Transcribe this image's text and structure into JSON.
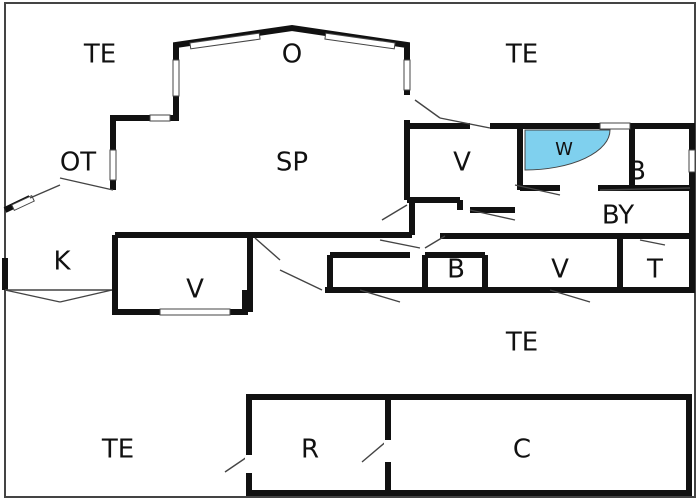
{
  "rooms": {
    "te_nw": "TE",
    "o": "O",
    "te_ne": "TE",
    "ot": "OT",
    "sp": "SP",
    "v_hall": "V",
    "w": "W",
    "b_top": "B",
    "by": "BY",
    "k": "K",
    "v_bay": "V",
    "b_mid": "B",
    "v_mid": "V",
    "t": "T",
    "te_e": "TE",
    "te_sw": "TE",
    "r": "R",
    "c": "C"
  },
  "colors": {
    "wall": "#111111",
    "thin_line": "#444444",
    "window_fill": "#ffffff",
    "bath_fixture": "#7fd0ee"
  }
}
